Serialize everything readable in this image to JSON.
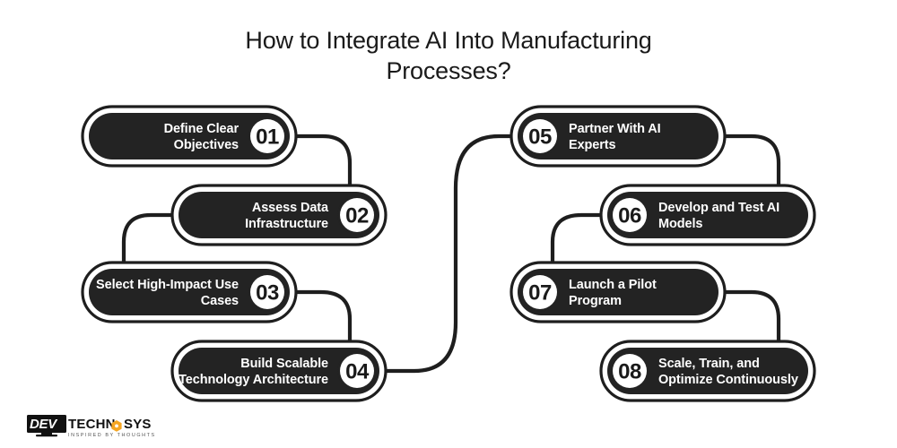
{
  "page": {
    "background_color": "#ffffff",
    "title_line_1": "How to Integrate AI Into Manufacturing",
    "title_line_2": "Processes?"
  },
  "theme": {
    "card_fill": "#232323",
    "card_outline": "#1e1e1e",
    "card_shell_fill": "#ffffff",
    "number_circle_fill": "#ffffff",
    "number_text_color": "#1a1a1a",
    "label_text_color": "#ffffff",
    "connector_color": "#1e1e1e",
    "title_color": "#1a1a1a",
    "logo_accent": "#f5a623"
  },
  "steps": [
    {
      "number": "01",
      "label_line_1": "Define Clear",
      "label_line_2": "Objectives",
      "column": "left",
      "number_side": "right",
      "text_align": "right"
    },
    {
      "number": "02",
      "label_line_1": "Assess Data",
      "label_line_2": "Infrastructure",
      "column": "left",
      "number_side": "right",
      "text_align": "right"
    },
    {
      "number": "03",
      "label_line_1": "Select High-Impact Use",
      "label_line_2": "Cases",
      "column": "left",
      "number_side": "right",
      "text_align": "right"
    },
    {
      "number": "04",
      "label_line_1": "Build Scalable",
      "label_line_2": "Technology Architecture",
      "column": "left",
      "number_side": "right",
      "text_align": "right"
    },
    {
      "number": "05",
      "label_line_1": "Partner With AI",
      "label_line_2": "Experts",
      "column": "right",
      "number_side": "left",
      "text_align": "left"
    },
    {
      "number": "06",
      "label_line_1": "Develop and Test AI",
      "label_line_2": "Models",
      "column": "right",
      "number_side": "left",
      "text_align": "left"
    },
    {
      "number": "07",
      "label_line_1": "Launch a Pilot",
      "label_line_2": "Program",
      "column": "right",
      "number_side": "left",
      "text_align": "left"
    },
    {
      "number": "08",
      "label_line_1": "Scale, Train, and",
      "label_line_2": "Optimize Continuously",
      "column": "right",
      "number_side": "left",
      "text_align": "left"
    }
  ],
  "logo": {
    "mark_text": "DEV",
    "brand_part_1": "TECHN",
    "brand_part_2": "SYS",
    "tagline": "INSPIRED BY THOUGHTS"
  }
}
